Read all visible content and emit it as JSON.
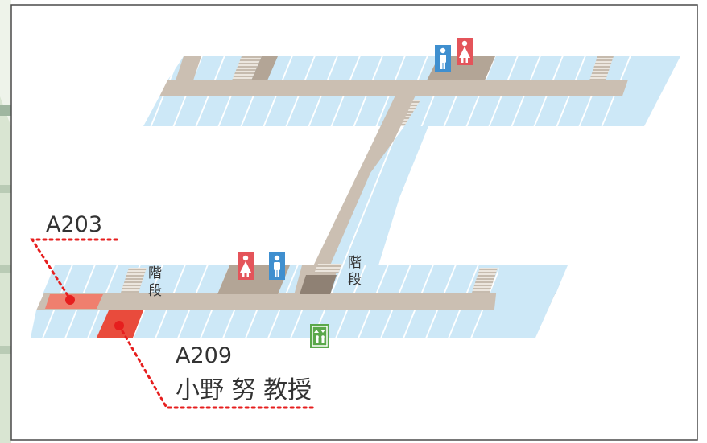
{
  "labels": {
    "room_a203": "A203",
    "room_a209": "A209",
    "professor": "小野 努 教授",
    "stairs_left_1": "階",
    "stairs_left_2": "段",
    "stairs_center_1": "階",
    "stairs_center_2": "段"
  },
  "colors": {
    "room_fill": "#cde8f7",
    "room_highlight": "#ef7f6e",
    "room_target": "#e94b3c",
    "corridor": "#cbbfb2",
    "stairs_fill": "#bdb0a2",
    "male_icon": "#3f8fcf",
    "female_icon": "#e4545a",
    "elevator_icon": "#5aa84a",
    "marker_dot": "#e61e1e",
    "leader_line": "#e61e1e"
  },
  "icons": [
    "male-restroom-icon",
    "female-restroom-icon",
    "elevator-icon",
    "stairs-icon"
  ]
}
